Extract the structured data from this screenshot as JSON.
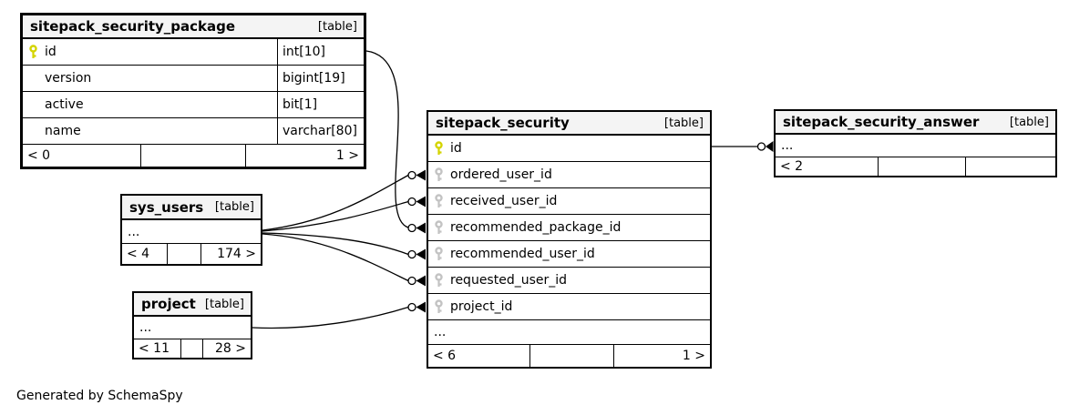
{
  "diagram": {
    "generator_note": "Generated by SchemaSpy",
    "colors": {
      "canvas_bg": "#ffffff",
      "table_header_bg": "#f4f4f4",
      "border": "#000000",
      "primary_key": "#d4d400",
      "foreign_key": "#c3c3c3"
    },
    "tables": [
      {
        "name": "sitepack_security_package",
        "badge": "[table]",
        "columns": [
          {
            "name": "id",
            "type": "int[10]",
            "key": "pk"
          },
          {
            "name": "version",
            "type": "bigint[19]",
            "key": ""
          },
          {
            "name": "active",
            "type": "bit[1]",
            "key": ""
          },
          {
            "name": "name",
            "type": "varchar[80]",
            "key": ""
          }
        ],
        "footer": {
          "left": "< 0",
          "middle": "",
          "right": "1 >"
        }
      },
      {
        "name": "sys_users",
        "badge": "[table]",
        "ellipsis": "...",
        "footer": {
          "left": "< 4",
          "middle": "",
          "right": "174 >"
        }
      },
      {
        "name": "project",
        "badge": "[table]",
        "ellipsis": "...",
        "footer": {
          "left": "< 11",
          "middle": "",
          "right": "28 >"
        }
      },
      {
        "name": "sitepack_security",
        "badge": "[table]",
        "columns": [
          {
            "name": "id",
            "key": "pk"
          },
          {
            "name": "ordered_user_id",
            "key": "fk"
          },
          {
            "name": "received_user_id",
            "key": "fk"
          },
          {
            "name": "recommended_package_id",
            "key": "fk"
          },
          {
            "name": "recommended_user_id",
            "key": "fk"
          },
          {
            "name": "requested_user_id",
            "key": "fk"
          },
          {
            "name": "project_id",
            "key": "fk"
          }
        ],
        "ellipsis": "...",
        "footer": {
          "left": "< 6",
          "middle": "",
          "right": "1 >"
        }
      },
      {
        "name": "sitepack_security_answer",
        "badge": "[table]",
        "ellipsis": "...",
        "footer": {
          "left": "< 2",
          "middle": "",
          "right": ""
        }
      }
    ],
    "relationships": [
      {
        "from": "sitepack_security_package.id",
        "to": "sitepack_security.recommended_package_id",
        "marker": "circle-crowsfoot"
      },
      {
        "from": "sys_users",
        "to": "sitepack_security.ordered_user_id",
        "marker": "circle-crowsfoot"
      },
      {
        "from": "sys_users",
        "to": "sitepack_security.received_user_id",
        "marker": "circle-crowsfoot"
      },
      {
        "from": "sys_users",
        "to": "sitepack_security.recommended_user_id",
        "marker": "circle-crowsfoot"
      },
      {
        "from": "sys_users",
        "to": "sitepack_security.requested_user_id",
        "marker": "circle-crowsfoot"
      },
      {
        "from": "project",
        "to": "sitepack_security.project_id",
        "marker": "circle-crowsfoot"
      },
      {
        "from": "sitepack_security.id",
        "to": "sitepack_security_answer",
        "marker": "circle-crowsfoot"
      }
    ]
  }
}
